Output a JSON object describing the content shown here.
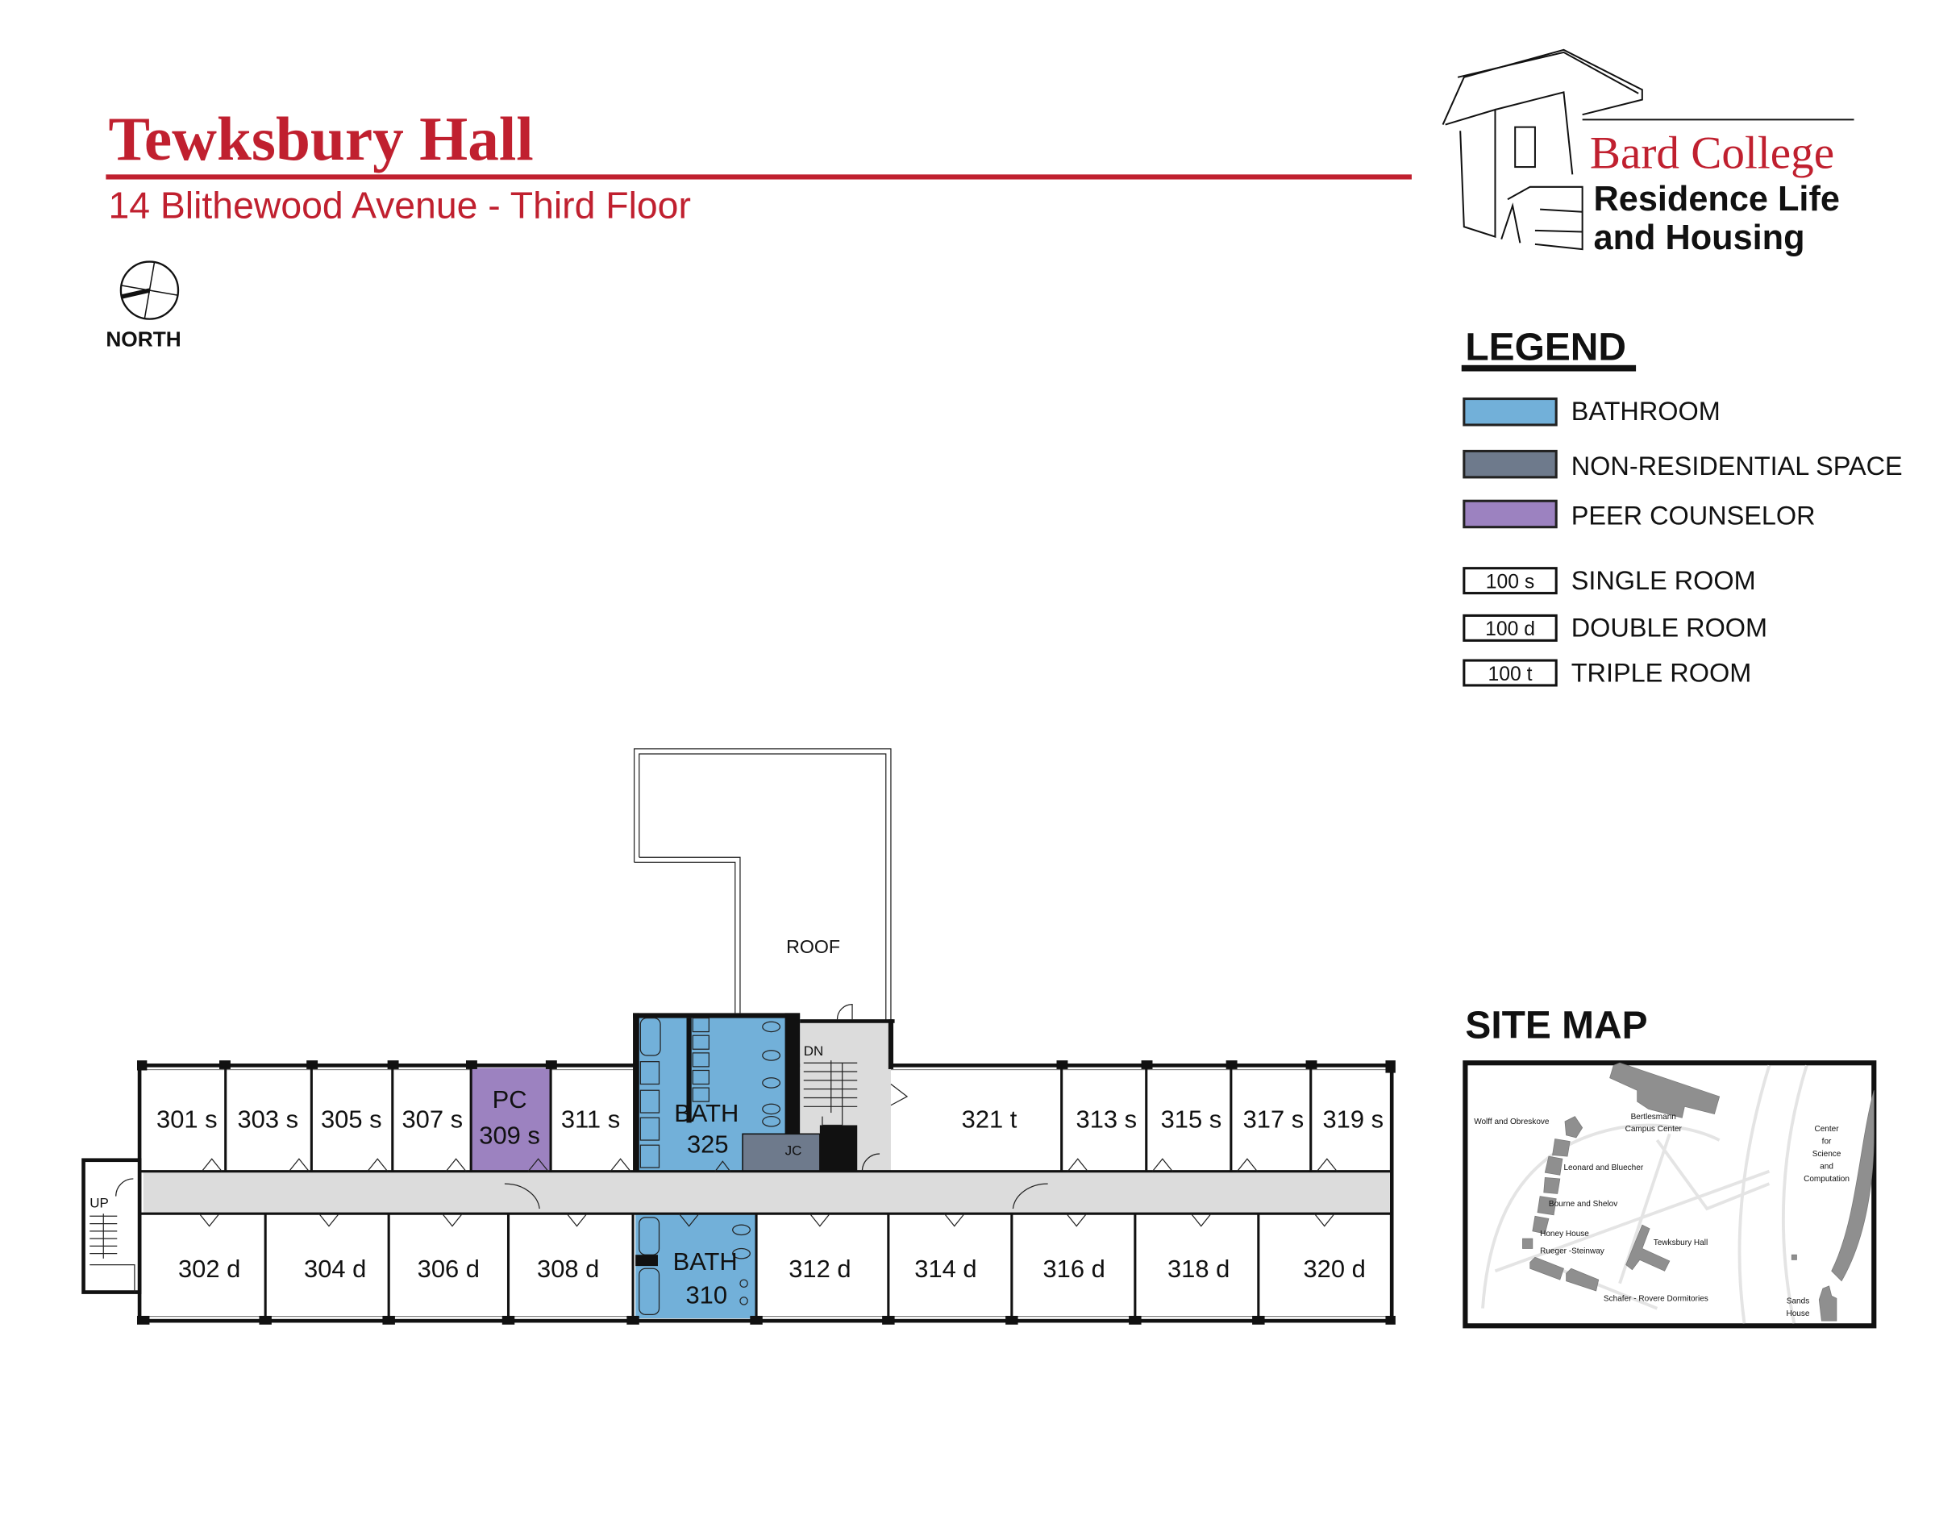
{
  "header": {
    "title": "Tewksbury Hall",
    "subtitle": "14 Blithewood Avenue - Third Floor",
    "north_label": "NORTH"
  },
  "logo": {
    "line1": "Bard College",
    "line2": "Residence Life",
    "line3": "and Housing"
  },
  "legend": {
    "title": "LEGEND",
    "items": [
      {
        "label": "BATHROOM",
        "color": "#72b0d9"
      },
      {
        "label": "NON-RESIDENTIAL SPACE",
        "color": "#6e7a8c"
      },
      {
        "label": "PEER COUNSELOR",
        "color": "#9c82c0"
      },
      {
        "swatch": "100 s",
        "label": "SINGLE ROOM"
      },
      {
        "swatch": "100 d",
        "label": "DOUBLE ROOM"
      },
      {
        "swatch": "100 t",
        "label": "TRIPLE ROOM"
      }
    ]
  },
  "site_map": {
    "title": "SITE MAP",
    "labels": {
      "wolff": "Wolff and Obreskove",
      "bertelsmann_1": "Bertlesmann",
      "bertelsmann_2": "Campus Center",
      "leonard": "Leonard and Bluecher",
      "bourne": "Bourne and Shelov",
      "honey": "Honey House",
      "rueger": "Rueger -Steinway",
      "tewksbury": "Tewksbury Hall",
      "schafer": "Schafer - Rovere Dormitories",
      "center_1": "Center",
      "center_2": "for",
      "center_3": "Science",
      "center_4": "and",
      "center_5": "Computation",
      "sands_1": "Sands",
      "sands_2": "House"
    }
  },
  "floor_plan": {
    "roof_label": "ROOF",
    "up_label": "UP",
    "dn_label": "DN",
    "jc_label": "JC",
    "pc_label": "PC",
    "bath_label": "BATH",
    "top_rooms": [
      "301 s",
      "303 s",
      "305 s",
      "307 s",
      "309 s",
      "311 s",
      "325",
      "321 t",
      "313 s",
      "315 s",
      "317 s",
      "319 s"
    ],
    "bottom_rooms": [
      "302 d",
      "304 d",
      "306 d",
      "308 d",
      "310",
      "312 d",
      "314 d",
      "316 d",
      "318 d",
      "320 d"
    ]
  }
}
